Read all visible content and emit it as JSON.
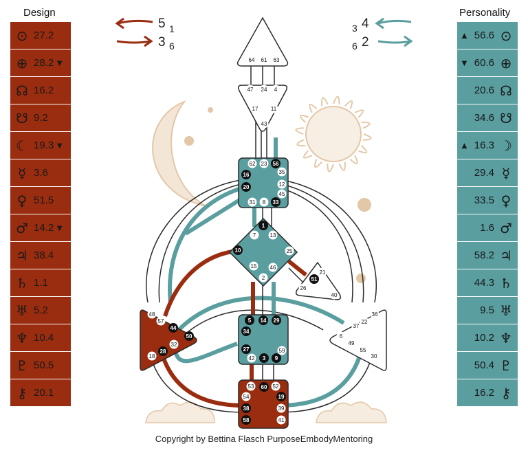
{
  "design": {
    "title": "Design",
    "rows": [
      {
        "symbol": "⊙",
        "value": "27.2",
        "arrow": ""
      },
      {
        "symbol": "⊕",
        "value": "28.2",
        "arrow": "▼"
      },
      {
        "symbol": "☊",
        "value": "16.2",
        "arrow": ""
      },
      {
        "symbol": "☋",
        "value": "9.2",
        "arrow": ""
      },
      {
        "symbol": "☾",
        "value": "19.3",
        "arrow": "▼"
      },
      {
        "symbol": "☿",
        "value": "3.6",
        "arrow": ""
      },
      {
        "symbol": "♀",
        "value": "51.5",
        "arrow": ""
      },
      {
        "symbol": "♂",
        "value": "14.2",
        "arrow": "▼"
      },
      {
        "symbol": "♃",
        "value": "38.4",
        "arrow": ""
      },
      {
        "symbol": "♄",
        "value": "1.1",
        "arrow": ""
      },
      {
        "symbol": "♅",
        "value": "5.2",
        "arrow": ""
      },
      {
        "symbol": "♆",
        "value": "10.4",
        "arrow": ""
      },
      {
        "symbol": "♇",
        "value": "50.5",
        "arrow": ""
      },
      {
        "symbol": "⚷",
        "value": "20.1",
        "arrow": ""
      }
    ]
  },
  "personality": {
    "title": "Personality",
    "rows": [
      {
        "symbol": "⊙",
        "value": "56.6",
        "arrow": "▲"
      },
      {
        "symbol": "⊕",
        "value": "60.6",
        "arrow": "▼"
      },
      {
        "symbol": "☊",
        "value": "20.6",
        "arrow": ""
      },
      {
        "symbol": "☋",
        "value": "34.6",
        "arrow": ""
      },
      {
        "symbol": "☽",
        "value": "16.3",
        "arrow": "▲"
      },
      {
        "symbol": "☿",
        "value": "29.4",
        "arrow": ""
      },
      {
        "symbol": "♀",
        "value": "33.5",
        "arrow": ""
      },
      {
        "symbol": "♂",
        "value": "1.6",
        "arrow": ""
      },
      {
        "symbol": "♃",
        "value": "58.2",
        "arrow": ""
      },
      {
        "symbol": "♄",
        "value": "44.3",
        "arrow": ""
      },
      {
        "symbol": "♅",
        "value": "9.5",
        "arrow": ""
      },
      {
        "symbol": "♆",
        "value": "10.2",
        "arrow": ""
      },
      {
        "symbol": "♇",
        "value": "50.4",
        "arrow": ""
      },
      {
        "symbol": "⚷",
        "value": "16.2",
        "arrow": ""
      }
    ]
  },
  "variables": {
    "design_top": {
      "big": "5",
      "small": "1"
    },
    "design_bottom": {
      "big": "3",
      "small": "6"
    },
    "pers_top": {
      "big": "4",
      "small": "3"
    },
    "pers_bottom": {
      "big": "2",
      "small": "6"
    }
  },
  "colors": {
    "design": "#9a2c0f",
    "personality": "#5a9ea0",
    "art": "#e3c7a6"
  },
  "centers": {
    "head": {
      "gates": [
        "64",
        "61",
        "63"
      ]
    },
    "ajna": {
      "gates": [
        "47",
        "24",
        "4",
        "17",
        "11",
        "43"
      ]
    },
    "throat": {
      "gates": [
        "62",
        "23",
        "56",
        "16",
        "35",
        "20",
        "12",
        "45",
        "31",
        "8",
        "33"
      ]
    },
    "g": {
      "gates": [
        "1",
        "7",
        "13",
        "10",
        "25",
        "15",
        "46",
        "2"
      ]
    },
    "heart": {
      "gates": [
        "21",
        "51",
        "26",
        "40"
      ]
    },
    "spleen": {
      "gates": [
        "48",
        "57",
        "44",
        "50",
        "32",
        "28",
        "18"
      ]
    },
    "sacral": {
      "gates": [
        "5",
        "14",
        "29",
        "34",
        "27",
        "59",
        "42",
        "3",
        "9"
      ]
    },
    "solar": {
      "gates": [
        "36",
        "22",
        "37",
        "6",
        "49",
        "55",
        "30"
      ]
    },
    "root": {
      "gates": [
        "53",
        "60",
        "52",
        "54",
        "19",
        "38",
        "39",
        "58",
        "41"
      ]
    }
  },
  "copyright": "Copyright by Bettina Flasch PurposeEmbodyMentoring"
}
